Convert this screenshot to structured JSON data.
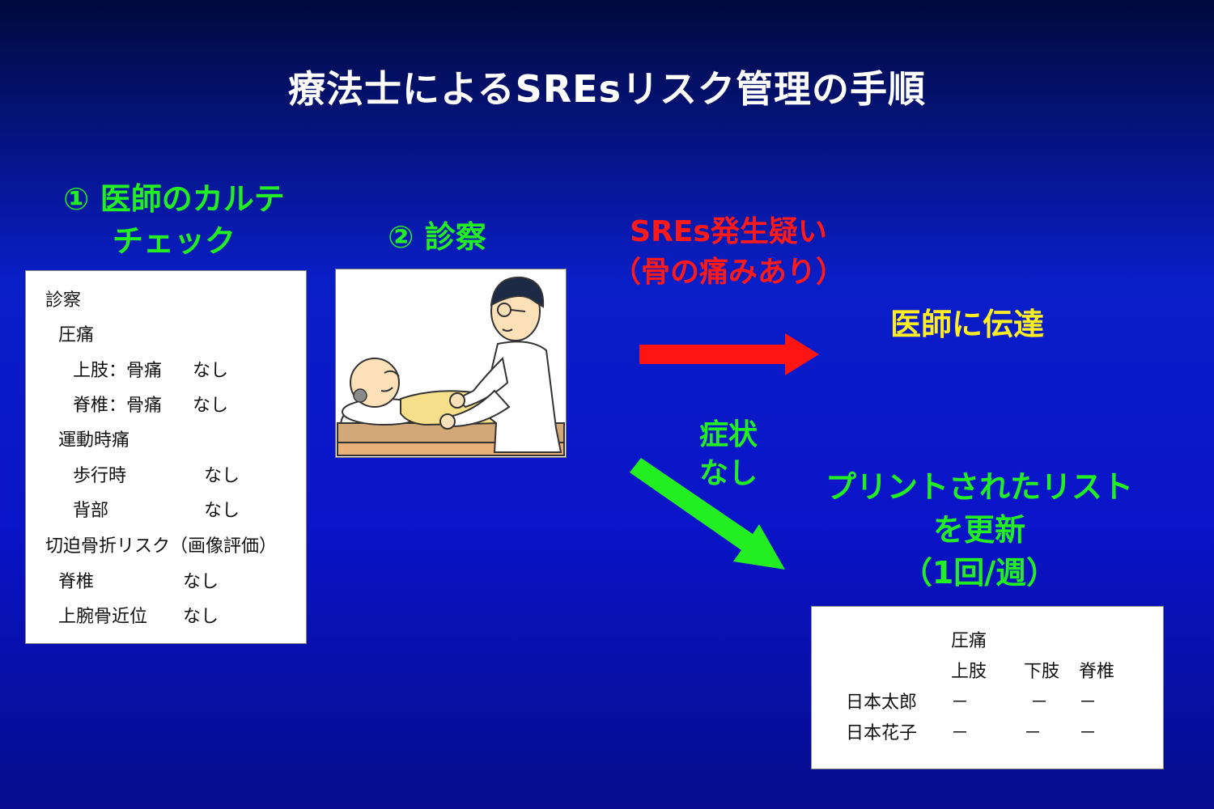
{
  "title": "療法士によるSREsリスク管理の手順",
  "step1": {
    "line1": "① 医師のカルテ",
    "line2": "チェック"
  },
  "step2": {
    "label": "② 診察"
  },
  "suspect": {
    "line1": "SREs発生疑い",
    "line2": "（骨の痛みあり）"
  },
  "notify": {
    "label": "医師に伝達"
  },
  "no_symptom": {
    "line1": "症状",
    "line2": "なし"
  },
  "update": {
    "line1": "プリントされたリスト",
    "line2": "を更新",
    "line3": "（1回/週）"
  },
  "chart_note": {
    "l1": "診察",
    "l2": "圧痛",
    "l3a": "上肢：骨痛",
    "l3b": "なし",
    "l4a": "脊椎：骨痛",
    "l4b": "なし",
    "l5": "運動時痛",
    "l6a": "歩行時",
    "l6b": "なし",
    "l7a": "背部",
    "l7b": "なし",
    "l8": "切迫骨折リスク（画像評価）",
    "l9a": "脊椎",
    "l9b": "なし",
    "l10a": "上腕骨近位",
    "l10b": "なし"
  },
  "patient_list": {
    "header_top": "圧痛",
    "col_upper": "上肢",
    "col_lower": "下肢",
    "col_spine": "脊椎",
    "rows": [
      {
        "name": "日本太郎",
        "upper": "－",
        "lower": "－",
        "spine": "－"
      },
      {
        "name": "日本花子",
        "upper": "－",
        "lower": "－",
        "spine": "－"
      }
    ]
  },
  "colors": {
    "green": "#22ee22",
    "red": "#ff1a1a",
    "yellow": "#ffee22"
  },
  "icons": {
    "arrow_right": "red-arrow-icon",
    "arrow_diag": "green-arrow-icon",
    "illustration": "doctor-examining-patient-illustration"
  }
}
